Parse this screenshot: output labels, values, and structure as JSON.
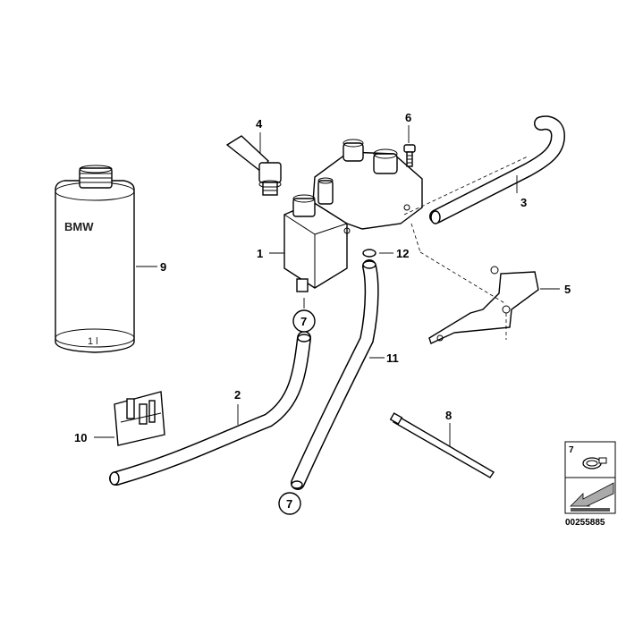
{
  "callouts": {
    "c1": "1",
    "c2": "2",
    "c3": "3",
    "c4": "4",
    "c5": "5",
    "c6": "6",
    "c7": "7",
    "c8": "8",
    "c9": "9",
    "c10": "10",
    "c11": "11",
    "c12": "12"
  },
  "bottle": {
    "brand": "BMW",
    "volume": "1 l"
  },
  "legend_box": {
    "ref": "7"
  },
  "diagram_id": "00255885"
}
